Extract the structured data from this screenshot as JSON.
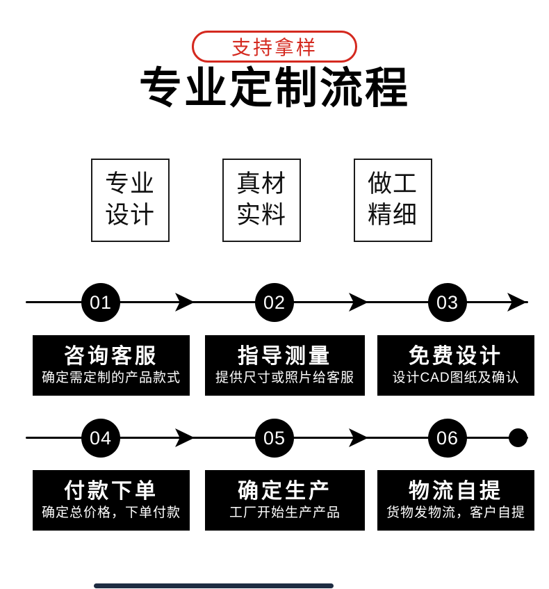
{
  "badge": {
    "label": "支持拿样"
  },
  "title": "专业定制流程",
  "features": [
    {
      "line1": "专业",
      "line2": "设计"
    },
    {
      "line1": "真材",
      "line2": "实料"
    },
    {
      "line1": "做工",
      "line2": "精细"
    }
  ],
  "steps": [
    {
      "number": "01",
      "title": "咨询客服",
      "desc": "确定需定制的产品款式"
    },
    {
      "number": "02",
      "title": "指导测量",
      "desc": "提供尺寸或照片给客服"
    },
    {
      "number": "03",
      "title": "免费设计",
      "desc": "设计CAD图纸及确认"
    },
    {
      "number": "04",
      "title": "付款下单",
      "desc": "确定总价格，下单付款"
    },
    {
      "number": "05",
      "title": "确定生产",
      "desc": "工厂开始生产产品"
    },
    {
      "number": "06",
      "title": "物流自提",
      "desc": "货物发物流，客户自提"
    }
  ],
  "colors": {
    "accent_red": "#d4291f",
    "step_black": "#000000",
    "bottom_bar": "#1e2c42"
  }
}
